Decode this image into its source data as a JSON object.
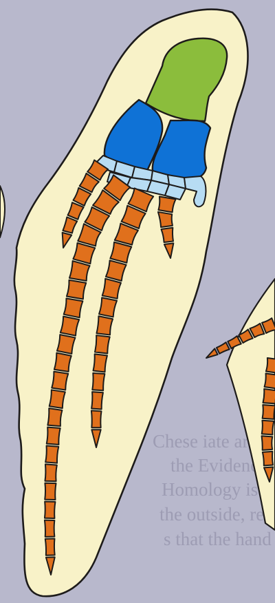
{
  "figure": {
    "subject": "fin-to-limb skeleton illustration",
    "colors": {
      "page_background": "#b8b8cc",
      "fin_body": "#f8f2c8",
      "outline": "#1d1b1a",
      "humerus_region": "#8bbd3c",
      "forearm_bones": "#0f72d6",
      "wrist_bones": "#b7dcf3",
      "digit_bones": "#e0701c"
    },
    "regions": [
      {
        "name": "proximal element",
        "color_key": "humerus_region"
      },
      {
        "name": "middle elements",
        "color_key": "forearm_bones"
      },
      {
        "name": "wrist elements",
        "color_key": "wrist_bones"
      },
      {
        "name": "digits",
        "color_key": "digit_bones"
      }
    ],
    "digit_count": 4
  },
  "background_text": {
    "lines": [
      "Chese iate are amongst",
      "the Evidence of a",
      "Homology is enough",
      "the outside, rea as Pirly",
      "s that the hand and fin"
    ]
  }
}
